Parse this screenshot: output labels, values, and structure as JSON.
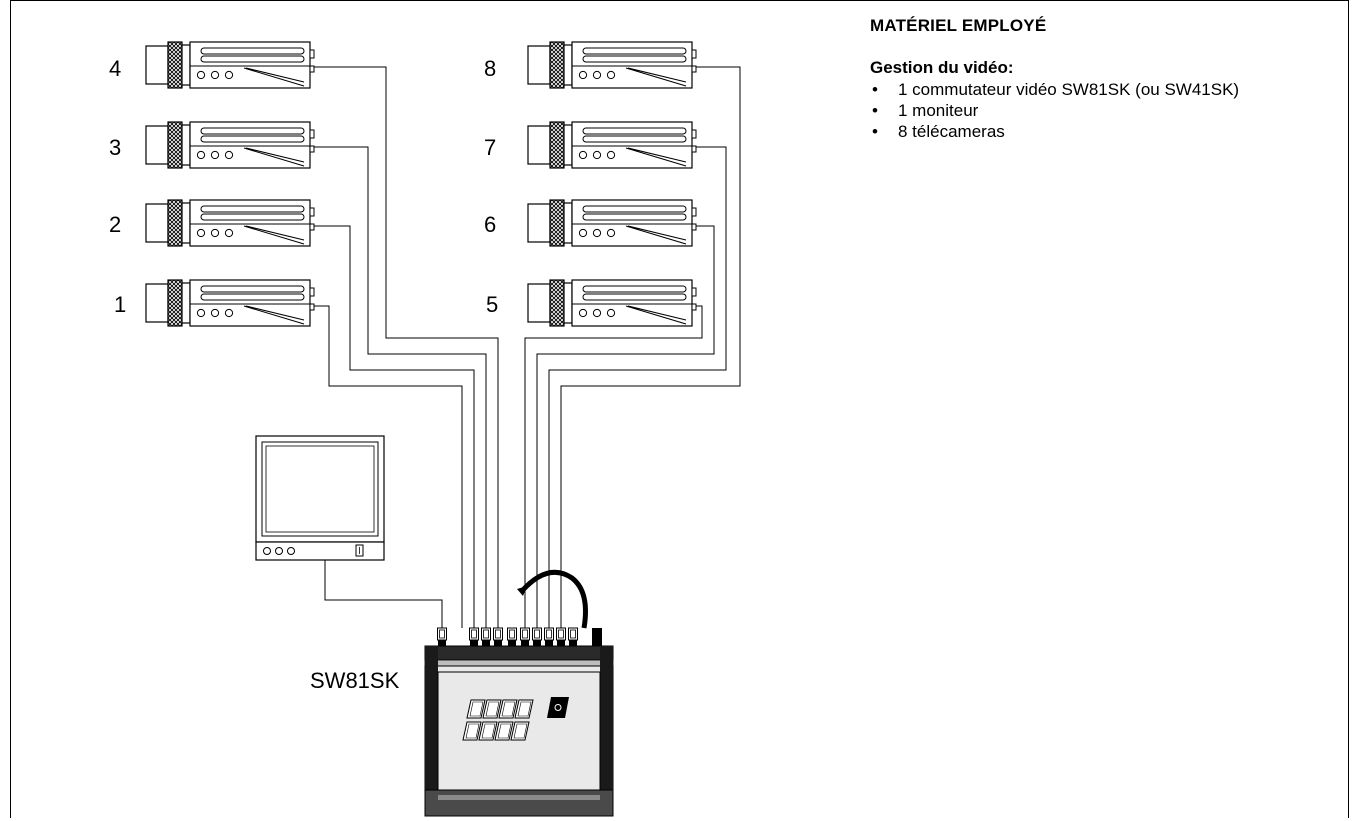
{
  "equipment": {
    "title": "MATÉRIEL EMPLOYÉ",
    "section_title": "Gestion du vidéo:",
    "items": [
      "1 commutateur vidéo SW81SK (ou SW41SK)",
      "1 moniteur",
      "8 télécameras"
    ]
  },
  "diagram": {
    "camera_numbers": [
      "1",
      "2",
      "3",
      "4",
      "5",
      "6",
      "7",
      "8"
    ],
    "switcher_label": "SW81SK"
  }
}
